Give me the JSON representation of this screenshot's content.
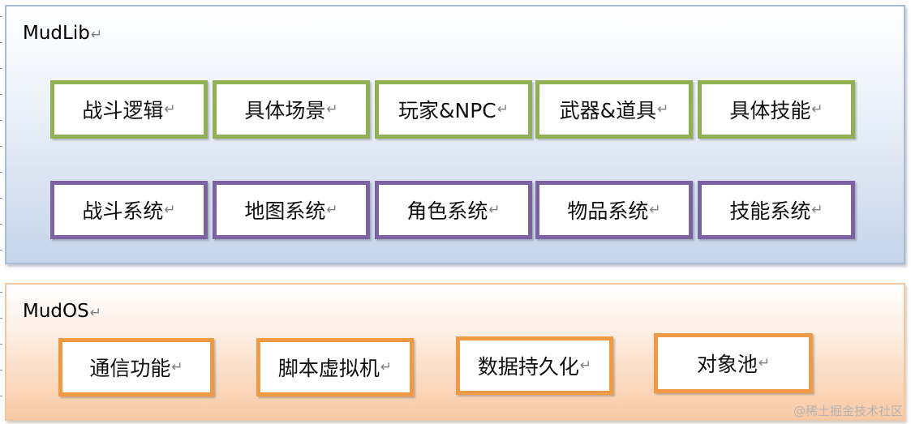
{
  "return_mark": "↵",
  "mudlib": {
    "title": "MudLib",
    "top_row": [
      "战斗逻辑",
      "具体场景",
      "玩家&NPC",
      "武器&道具",
      "具体技能"
    ],
    "bottom_row": [
      "战斗系统",
      "地图系统",
      "角色系统",
      "物品系统",
      "技能系统"
    ]
  },
  "mudos": {
    "title": "MudOS",
    "items": [
      "通信功能",
      "脚本虚拟机",
      "数据持久化",
      "对象池"
    ]
  },
  "watermark": "@稀土掘金技术社区",
  "colors": {
    "mudlib_border": "#a8bcd6",
    "mudos_border": "#f1c8a5",
    "green_box": "#8fb154",
    "purple_box": "#7d62a3",
    "orange_box": "#f19a45"
  }
}
